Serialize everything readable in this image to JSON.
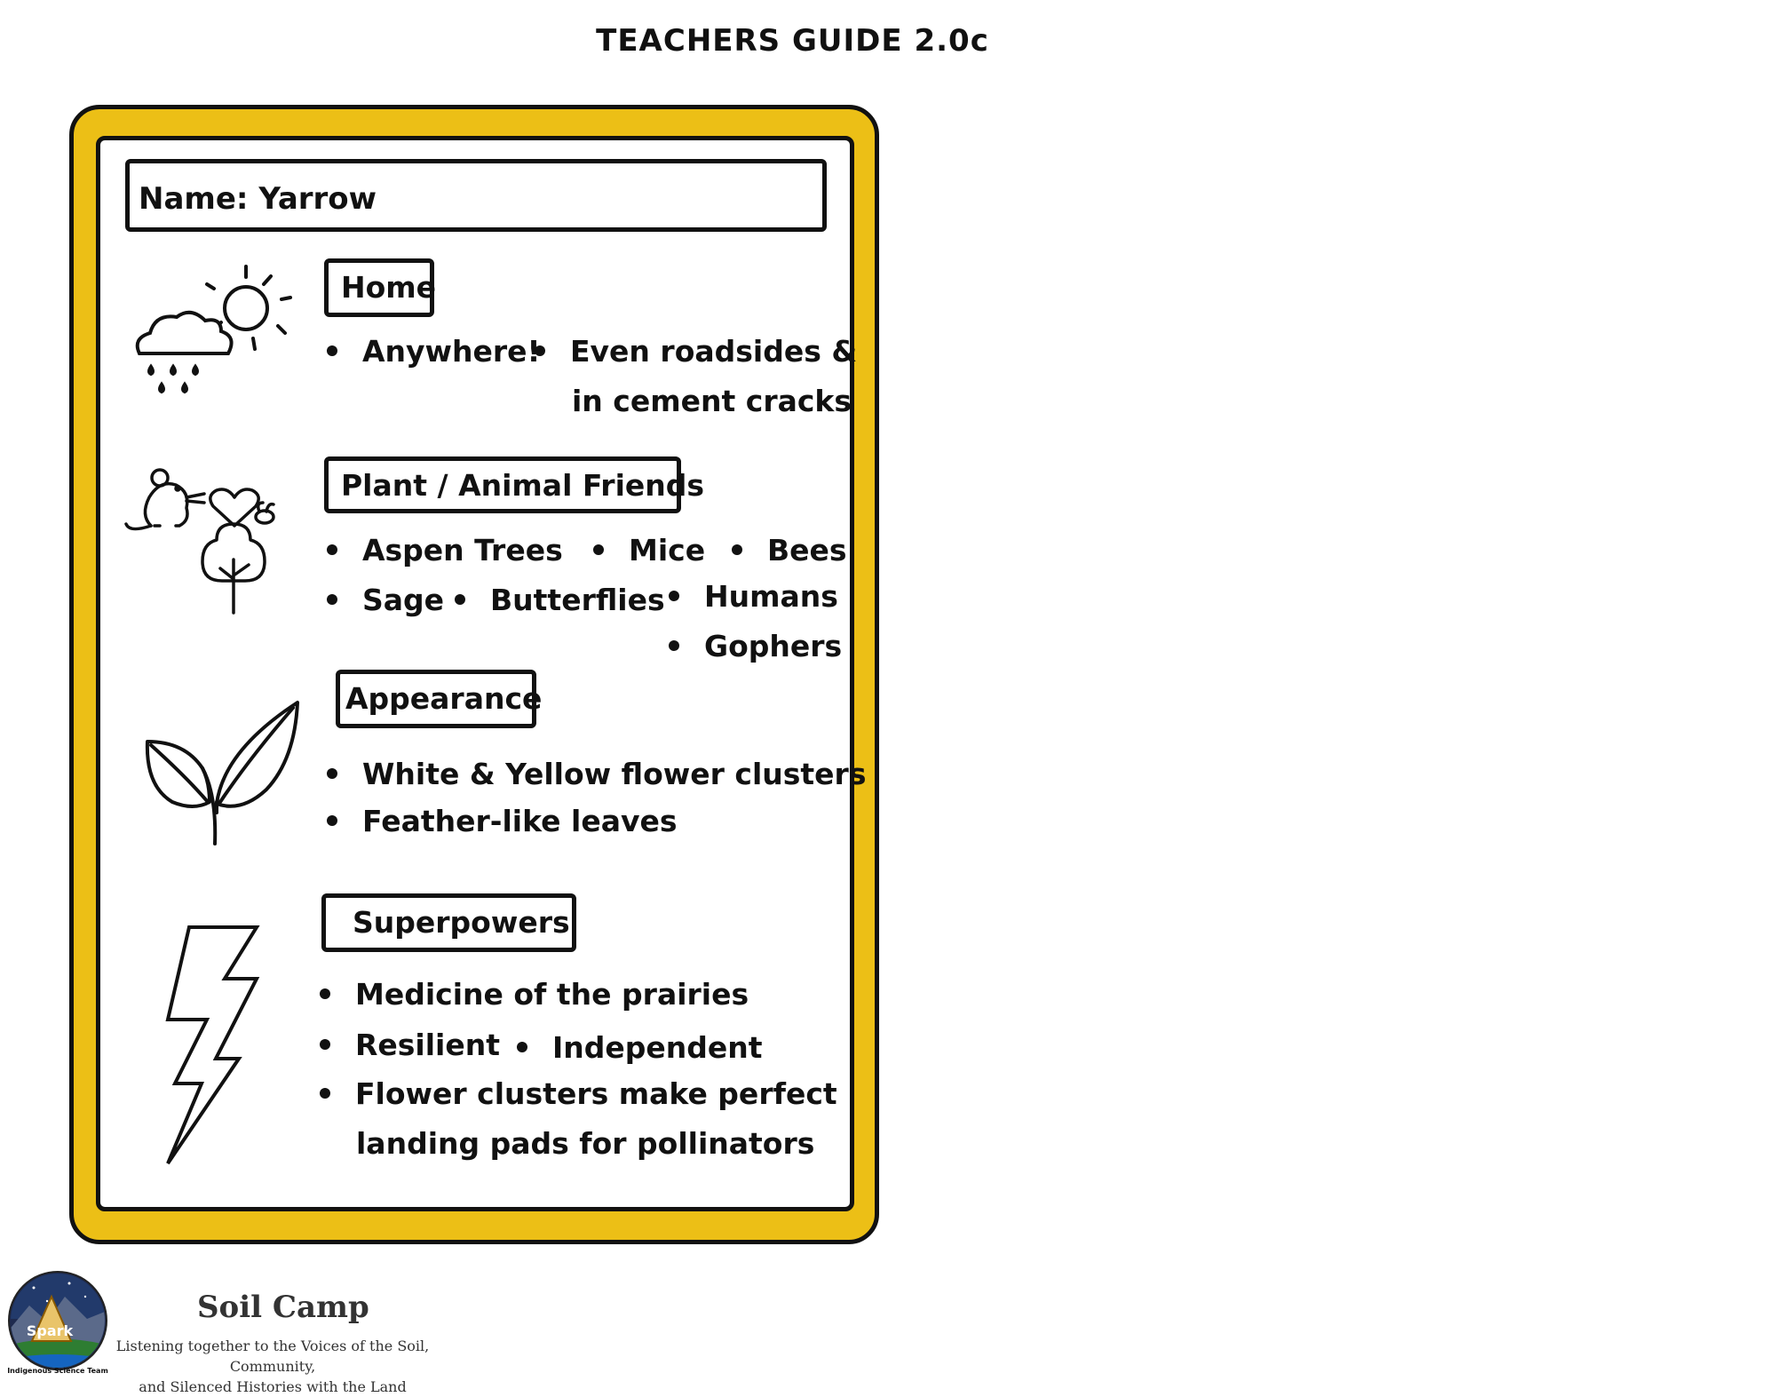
{
  "page_title": "TEACHERS GUIDE 2.0c",
  "name_field": "Name: Yarrow",
  "sections": {
    "home": {
      "label": "Home",
      "items": [
        "Anywhere!",
        "Even roadsides &",
        "in cement cracks"
      ]
    },
    "friends": {
      "label": "Plant / Animal  Friends",
      "items": [
        "Aspen Trees",
        "Mice",
        "Bees",
        "Sage",
        "Butterflies",
        "Humans",
        "Gophers"
      ]
    },
    "appearance": {
      "label": "Appearance",
      "items": [
        "White & Yellow flower clusters",
        "Feather-like leaves"
      ]
    },
    "superpowers": {
      "label": "Superpowers",
      "items": [
        "Medicine of the prairies",
        "Resilient",
        "Independent",
        "Flower clusters make perfect",
        "landing pads for pollinators"
      ]
    }
  },
  "footer": {
    "title": "Soil Camp",
    "subtitle_line1": "Listening together to the Voices of the Soil, Community,",
    "subtitle_line2": "and Silenced Histories with the Land",
    "logo_text": "Spark",
    "logo_ring_text": "Indigenous Science Team"
  },
  "colors": {
    "frame": "#ecbf16",
    "ink": "#111111"
  },
  "icons": [
    "weather-icon",
    "animal-friends-icon",
    "leaf-icon",
    "lightning-icon"
  ]
}
